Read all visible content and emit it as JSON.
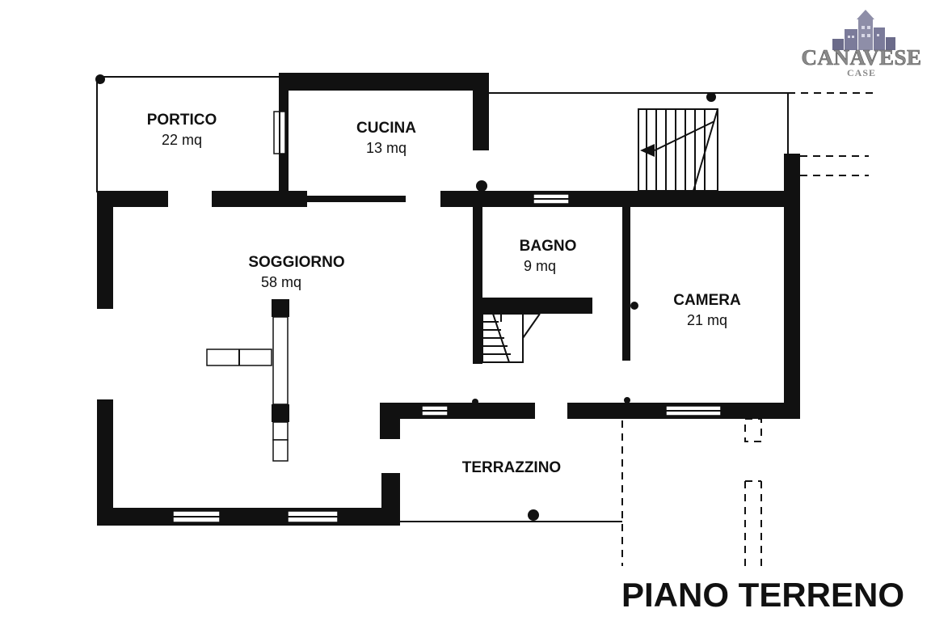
{
  "plan_title": "PIANO TERRENO",
  "logo": {
    "name": "CANAVESE",
    "sub": "CASE",
    "icon": "houses-logo-icon",
    "colors": [
      "#6b6b8a",
      "#8a8a8a",
      "#b7b7c7"
    ]
  },
  "rooms": [
    {
      "id": "portico",
      "name": "PORTICO",
      "area": "22 mq"
    },
    {
      "id": "cucina",
      "name": "CUCINA",
      "area": "13 mq"
    },
    {
      "id": "soggiorno",
      "name": "SOGGIORNO",
      "area": "58 mq"
    },
    {
      "id": "bagno",
      "name": "BAGNO",
      "area": "9 mq"
    },
    {
      "id": "camera",
      "name": "CAMERA",
      "area": "21 mq"
    },
    {
      "id": "terrazzino",
      "name": "TERRAZZINO",
      "area": ""
    }
  ],
  "colors": {
    "wall": "#111111",
    "background": "#ffffff"
  }
}
